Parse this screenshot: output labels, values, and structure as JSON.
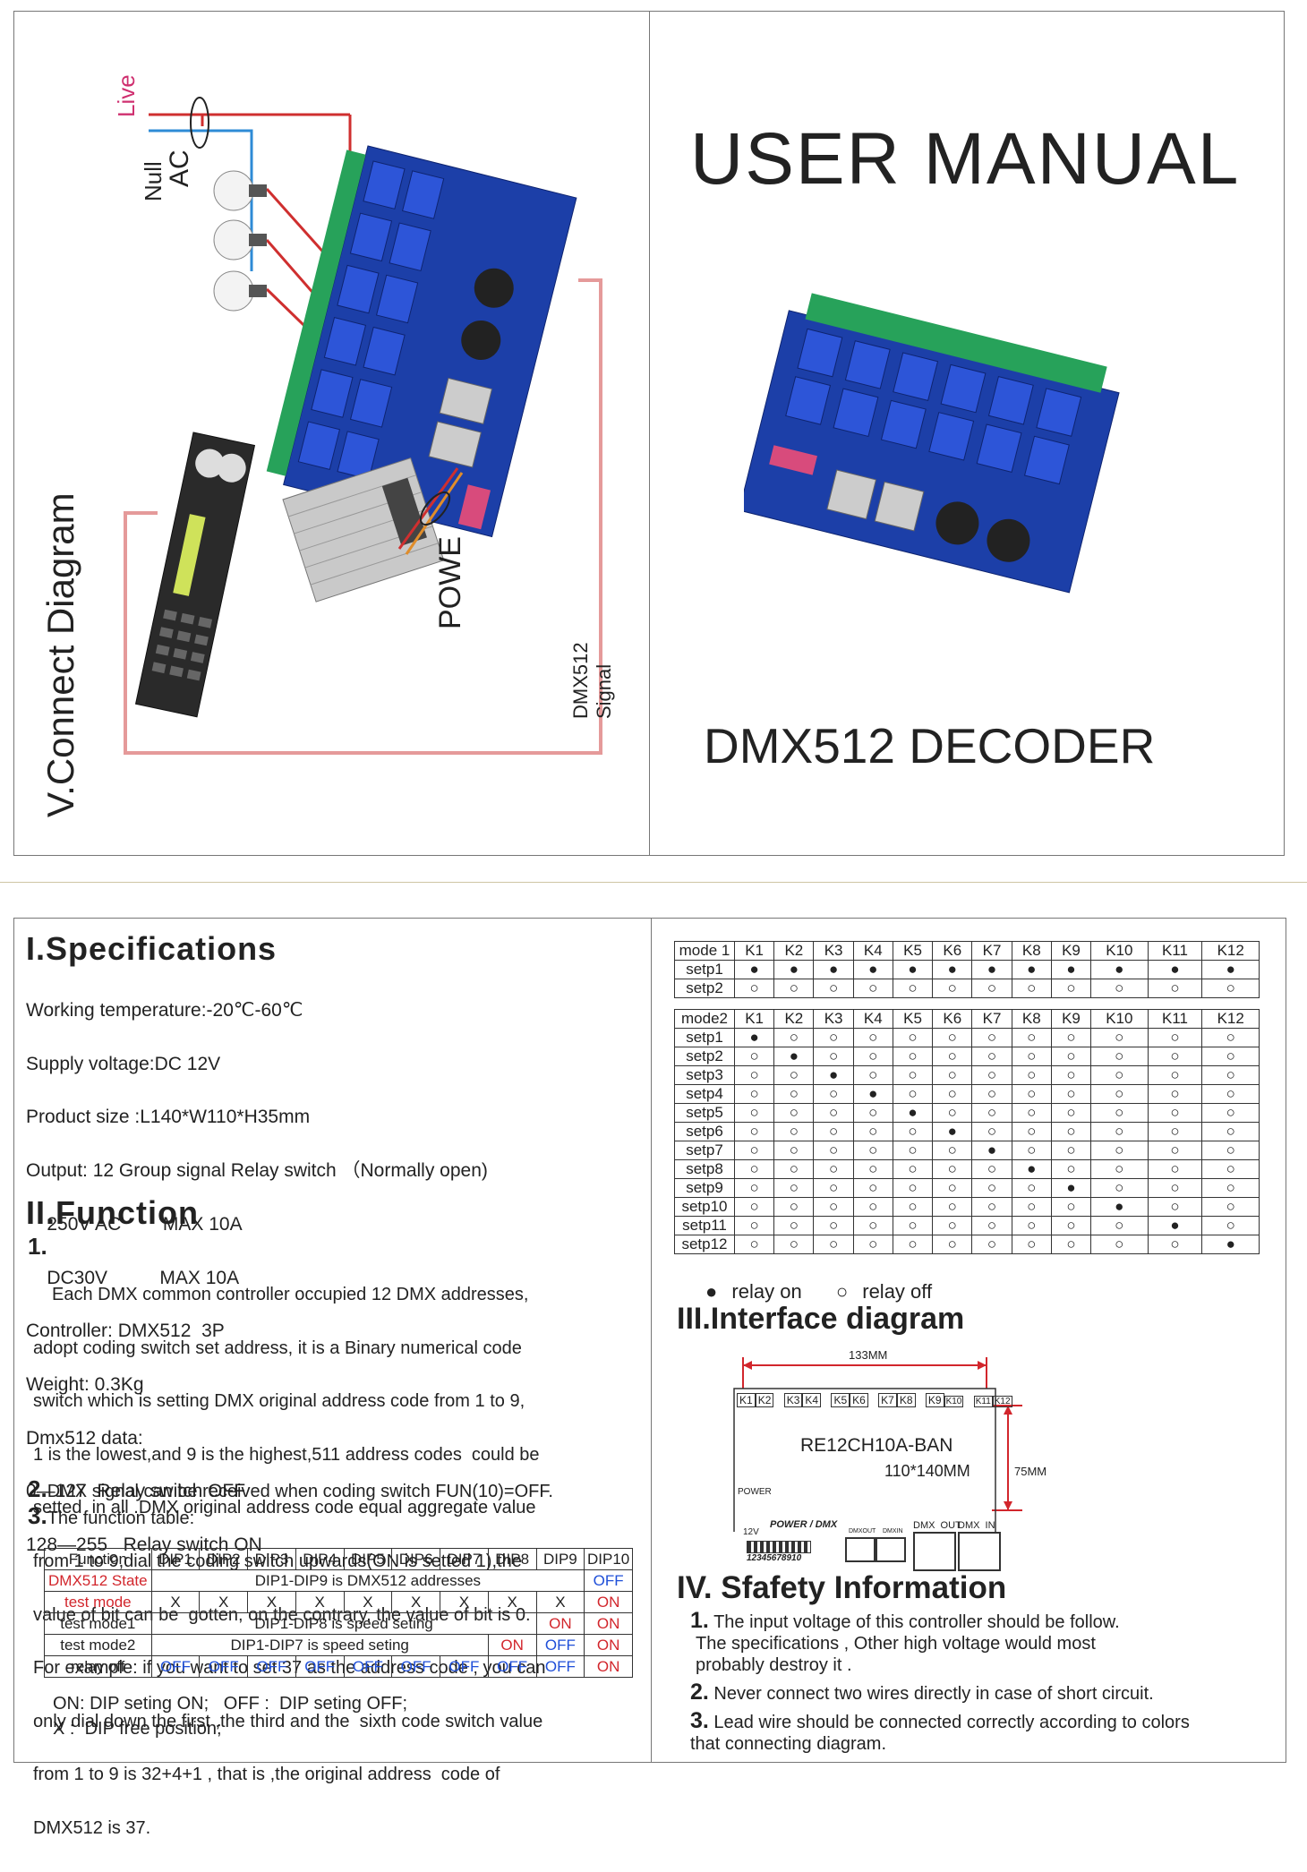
{
  "cover": {
    "title": "USER MANUAL",
    "subtitle": "DMX512 DECODER",
    "connect_heading": "V.Connect Diagram",
    "labels": {
      "live": "Live",
      "null": "Null",
      "ac": "AC",
      "power": "POWE",
      "signal": "DMX512 Signal"
    }
  },
  "specs": {
    "heading": "I.Specifications",
    "lines": [
      "Working temperature:-20℃-60℃",
      "Supply voltage:DC 12V",
      "Product size :L140*W110*H35mm",
      "Output: 12 Group signal Relay switch （Normally open)",
      "    250V AC        MAX 10A",
      "    DC30V          MAX 10A",
      "Controller: DMX512  3P",
      "Weight: 0.3Kg",
      "Dmx512 data:",
      "0—127  Relay switch OFF",
      "128—255   Relay switch ON"
    ]
  },
  "function": {
    "heading": "II.Function",
    "item1_num": "1.",
    "item1_lines": [
      "Each DMX common controller occupied 12 DMX addresses,",
      "adopt coding switch set address, it is a Binary numerical code",
      "switch which is setting DMX original address code from 1 to 9,",
      "1 is the lowest,and 9 is the highest,511 address codes  could be",
      "setted  in all .DMX original address code equal aggregate value",
      "from 1 to 9,dial the coding switch upwards(ON is setted 1),the",
      "value of bit can be  gotten, on the contrary, the value of bit is 0.",
      "For example: if you want to set 37 as the address code , you can",
      "only dial down the first ,the third and the  sixth code switch value",
      "from 1 to 9 is 32+4+1 , that is ,the original address  code of",
      "DMX512 is 37."
    ],
    "item2_num": "2.",
    "item2": "DMX signal can be received when coding switch FUN(10)=OFF.",
    "item3_num": "3.",
    "item3": "The function table:"
  },
  "function_table": {
    "headers": [
      "Function",
      "DIP1",
      "DIP2",
      "DIP3",
      "DIP4",
      "DIP5",
      "DIP6",
      "DIP7",
      "DIP8",
      "DIP9",
      "DIP10"
    ],
    "row1": {
      "label": "DMX512 State",
      "span": "DIP1-DIP9 is DMX512 addresses",
      "dip10": "OFF"
    },
    "row2": {
      "label": "test mode",
      "cells": [
        "X",
        "X",
        "X",
        "X",
        "X",
        "X",
        "X",
        "X",
        "X"
      ],
      "dip10": "ON"
    },
    "row3": {
      "label": "test mode1",
      "span": "DIP1-DIP8 is speed seting",
      "dip9": "ON",
      "dip10": "ON"
    },
    "row4": {
      "label": "test mode2",
      "span": "DIP1-DIP7 is speed seting",
      "dip8": "ON",
      "dip9": "OFF",
      "dip10": "ON"
    },
    "row5": {
      "label": "relay off",
      "cells": [
        "OFF",
        "OFF",
        "OFF",
        "OFF",
        "OFF",
        "OFF",
        "OFF",
        "OFF",
        "OFF"
      ],
      "dip10": "ON"
    },
    "note1": "ON: DIP seting ON;   OFF :  DIP seting OFF;",
    "note2": "X :  DIP free position;"
  },
  "mode_tables": {
    "mode1": {
      "headers": [
        "mode 1",
        "K1",
        "K2",
        "K3",
        "K4",
        "K5",
        "K6",
        "K7",
        "K8",
        "K9",
        "K10",
        "K11",
        "K12"
      ],
      "rows": [
        {
          "label": "setp1",
          "cells": [
            "●",
            "●",
            "●",
            "●",
            "●",
            "●",
            "●",
            "●",
            "●",
            "●",
            "●",
            "●"
          ]
        },
        {
          "label": "setp2",
          "cells": [
            "○",
            "○",
            "○",
            "○",
            "○",
            "○",
            "○",
            "○",
            "○",
            "○",
            "○",
            "○"
          ]
        }
      ]
    },
    "mode2": {
      "headers": [
        "mode2",
        "K1",
        "K2",
        "K3",
        "K4",
        "K5",
        "K6",
        "K7",
        "K8",
        "K9",
        "K10",
        "K11",
        "K12"
      ],
      "rows": [
        {
          "label": "setp1",
          "cells": [
            "●",
            "○",
            "○",
            "○",
            "○",
            "○",
            "○",
            "○",
            "○",
            "○",
            "○",
            "○"
          ]
        },
        {
          "label": "setp2",
          "cells": [
            "○",
            "●",
            "○",
            "○",
            "○",
            "○",
            "○",
            "○",
            "○",
            "○",
            "○",
            "○"
          ]
        },
        {
          "label": "setp3",
          "cells": [
            "○",
            "○",
            "●",
            "○",
            "○",
            "○",
            "○",
            "○",
            "○",
            "○",
            "○",
            "○"
          ]
        },
        {
          "label": "setp4",
          "cells": [
            "○",
            "○",
            "○",
            "●",
            "○",
            "○",
            "○",
            "○",
            "○",
            "○",
            "○",
            "○"
          ]
        },
        {
          "label": "setp5",
          "cells": [
            "○",
            "○",
            "○",
            "○",
            "●",
            "○",
            "○",
            "○",
            "○",
            "○",
            "○",
            "○"
          ]
        },
        {
          "label": "setp6",
          "cells": [
            "○",
            "○",
            "○",
            "○",
            "○",
            "●",
            "○",
            "○",
            "○",
            "○",
            "○",
            "○"
          ]
        },
        {
          "label": "setp7",
          "cells": [
            "○",
            "○",
            "○",
            "○",
            "○",
            "○",
            "●",
            "○",
            "○",
            "○",
            "○",
            "○"
          ]
        },
        {
          "label": "setp8",
          "cells": [
            "○",
            "○",
            "○",
            "○",
            "○",
            "○",
            "○",
            "●",
            "○",
            "○",
            "○",
            "○"
          ]
        },
        {
          "label": "setp9",
          "cells": [
            "○",
            "○",
            "○",
            "○",
            "○",
            "○",
            "○",
            "○",
            "●",
            "○",
            "○",
            "○"
          ]
        },
        {
          "label": "setp10",
          "cells": [
            "○",
            "○",
            "○",
            "○",
            "○",
            "○",
            "○",
            "○",
            "○",
            "●",
            "○",
            "○"
          ]
        },
        {
          "label": "setp11",
          "cells": [
            "○",
            "○",
            "○",
            "○",
            "○",
            "○",
            "○",
            "○",
            "○",
            "○",
            "●",
            "○"
          ]
        },
        {
          "label": "setp12",
          "cells": [
            "○",
            "○",
            "○",
            "○",
            "○",
            "○",
            "○",
            "○",
            "○",
            "○",
            "○",
            "●"
          ]
        }
      ]
    },
    "legend_on_symbol": "●",
    "legend_on": "relay on",
    "legend_off_symbol": "○",
    "legend_off": "relay off"
  },
  "interface": {
    "heading": "III.Interface diagram",
    "width_label": "133MM",
    "height_label": "75MM",
    "model": "RE12CH10A-BAN",
    "size": "110*140MM",
    "relays": [
      "K1",
      "K2",
      "K3",
      "K4",
      "K5",
      "K6",
      "K7",
      "K8",
      "K9",
      "K10",
      "K11",
      "K12"
    ],
    "power": "POWER",
    "power_dmx": "POWER / DMX",
    "v12": "12V",
    "dip_numbers": "12345678910",
    "dmxout_small": "DMXOUT",
    "dmxin_small": "DMXIN",
    "dmx_out": "DMX  OUT",
    "dmx_in": "DMX  IN"
  },
  "safety": {
    "heading": "IV. Sfafety Information",
    "items": [
      {
        "num": "1.",
        "text": "The input voltage of this controller should be follow."
      },
      {
        "num": "2.",
        "text": "Never connect two wires directly in case of short circuit."
      },
      {
        "num": "3.",
        "text": "Lead wire should be connected correctly according to colors"
      }
    ],
    "item1_line2": "The specifications , Other high voltage would most",
    "item1_line3": "probably destroy it .",
    "item3_line2": "that connecting diagram."
  },
  "colors": {
    "pcb": "#1c3fa8",
    "relay": "#2d55d8",
    "terminal": "#27a25a",
    "live_wire": "#cf2f2f",
    "null_wire": "#2e8bd6",
    "signal_wire": "#e59a9a",
    "accent_red": "#d2262c",
    "accent_blue": "#1f4fd8"
  }
}
